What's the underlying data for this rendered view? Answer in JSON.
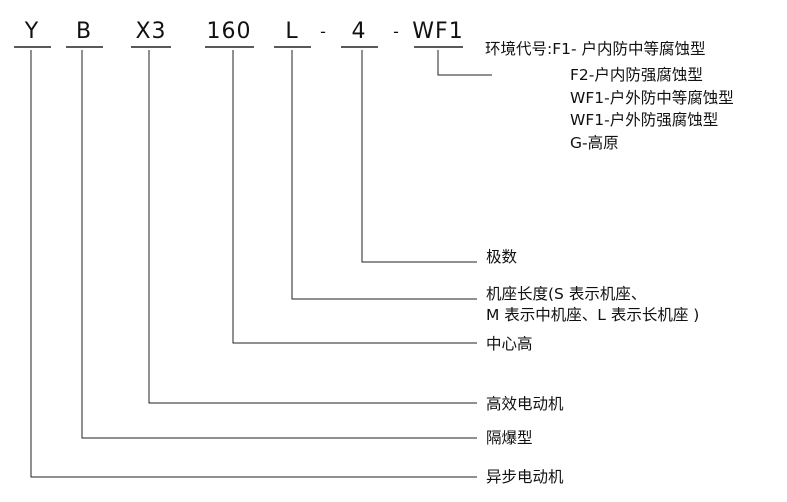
{
  "codes": {
    "y": "Y",
    "b": "B",
    "x3": "X3",
    "frame": "160",
    "length": "L",
    "poles": "4",
    "env": "WF1"
  },
  "separators": [
    "-",
    "-"
  ],
  "labels": {
    "env_line1": "环境代号:F1- 户内防中等腐蚀型",
    "env_line2": "F2-户内防强腐蚀型",
    "env_line3": "WF1-户外防中等腐蚀型",
    "env_line4": "WF1-户外防强腐蚀型",
    "env_line5": "G-高原",
    "poles": "极数",
    "length_line1": "机座长度(S 表示机座、",
    "length_line2": "M 表示中机座、L 表示长机座 )",
    "center_height": "中心高",
    "high_efficiency": "高效电动机",
    "explosion_proof": "隔爆型",
    "async_motor": "异步电动机"
  }
}
